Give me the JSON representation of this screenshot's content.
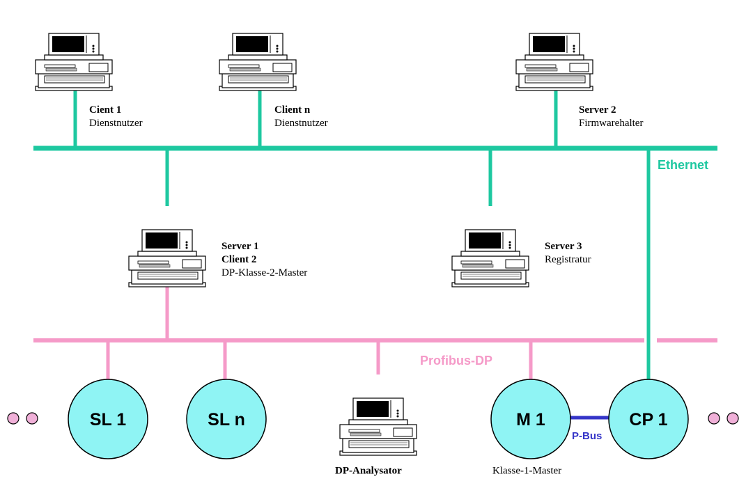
{
  "colors": {
    "ethernet": "#1ec8a0",
    "profibus": "#f59ac8",
    "pbus": "#3535c8",
    "node_fill": "#8ff4f4",
    "dot_fill": "#f0b0d8"
  },
  "buses": {
    "ethernet": "Ethernet",
    "profibus": "Profibus-DP",
    "pbus": "P-Bus"
  },
  "computers": {
    "client1": {
      "name": "Cient 1",
      "role": "Dienstnutzer"
    },
    "clientn": {
      "name": "Client n",
      "role": "Dienstnutzer"
    },
    "server2": {
      "name": "Server 2",
      "role": "Firmwarehalter"
    },
    "server1": {
      "name": "Server 1",
      "name2": "Client 2",
      "role": "DP-Klasse-2-Master"
    },
    "server3": {
      "name": "Server 3",
      "role": "Registratur"
    },
    "analyzer": {
      "name": "DP-Analysator"
    }
  },
  "nodes": {
    "sl1": "SL 1",
    "sln": "SL n",
    "m1": "M 1",
    "m1_role": "Klasse-1-Master",
    "cp1": "CP 1"
  },
  "icons": [
    "desktop-computer-icon",
    "ellipsis-dots-icon"
  ]
}
